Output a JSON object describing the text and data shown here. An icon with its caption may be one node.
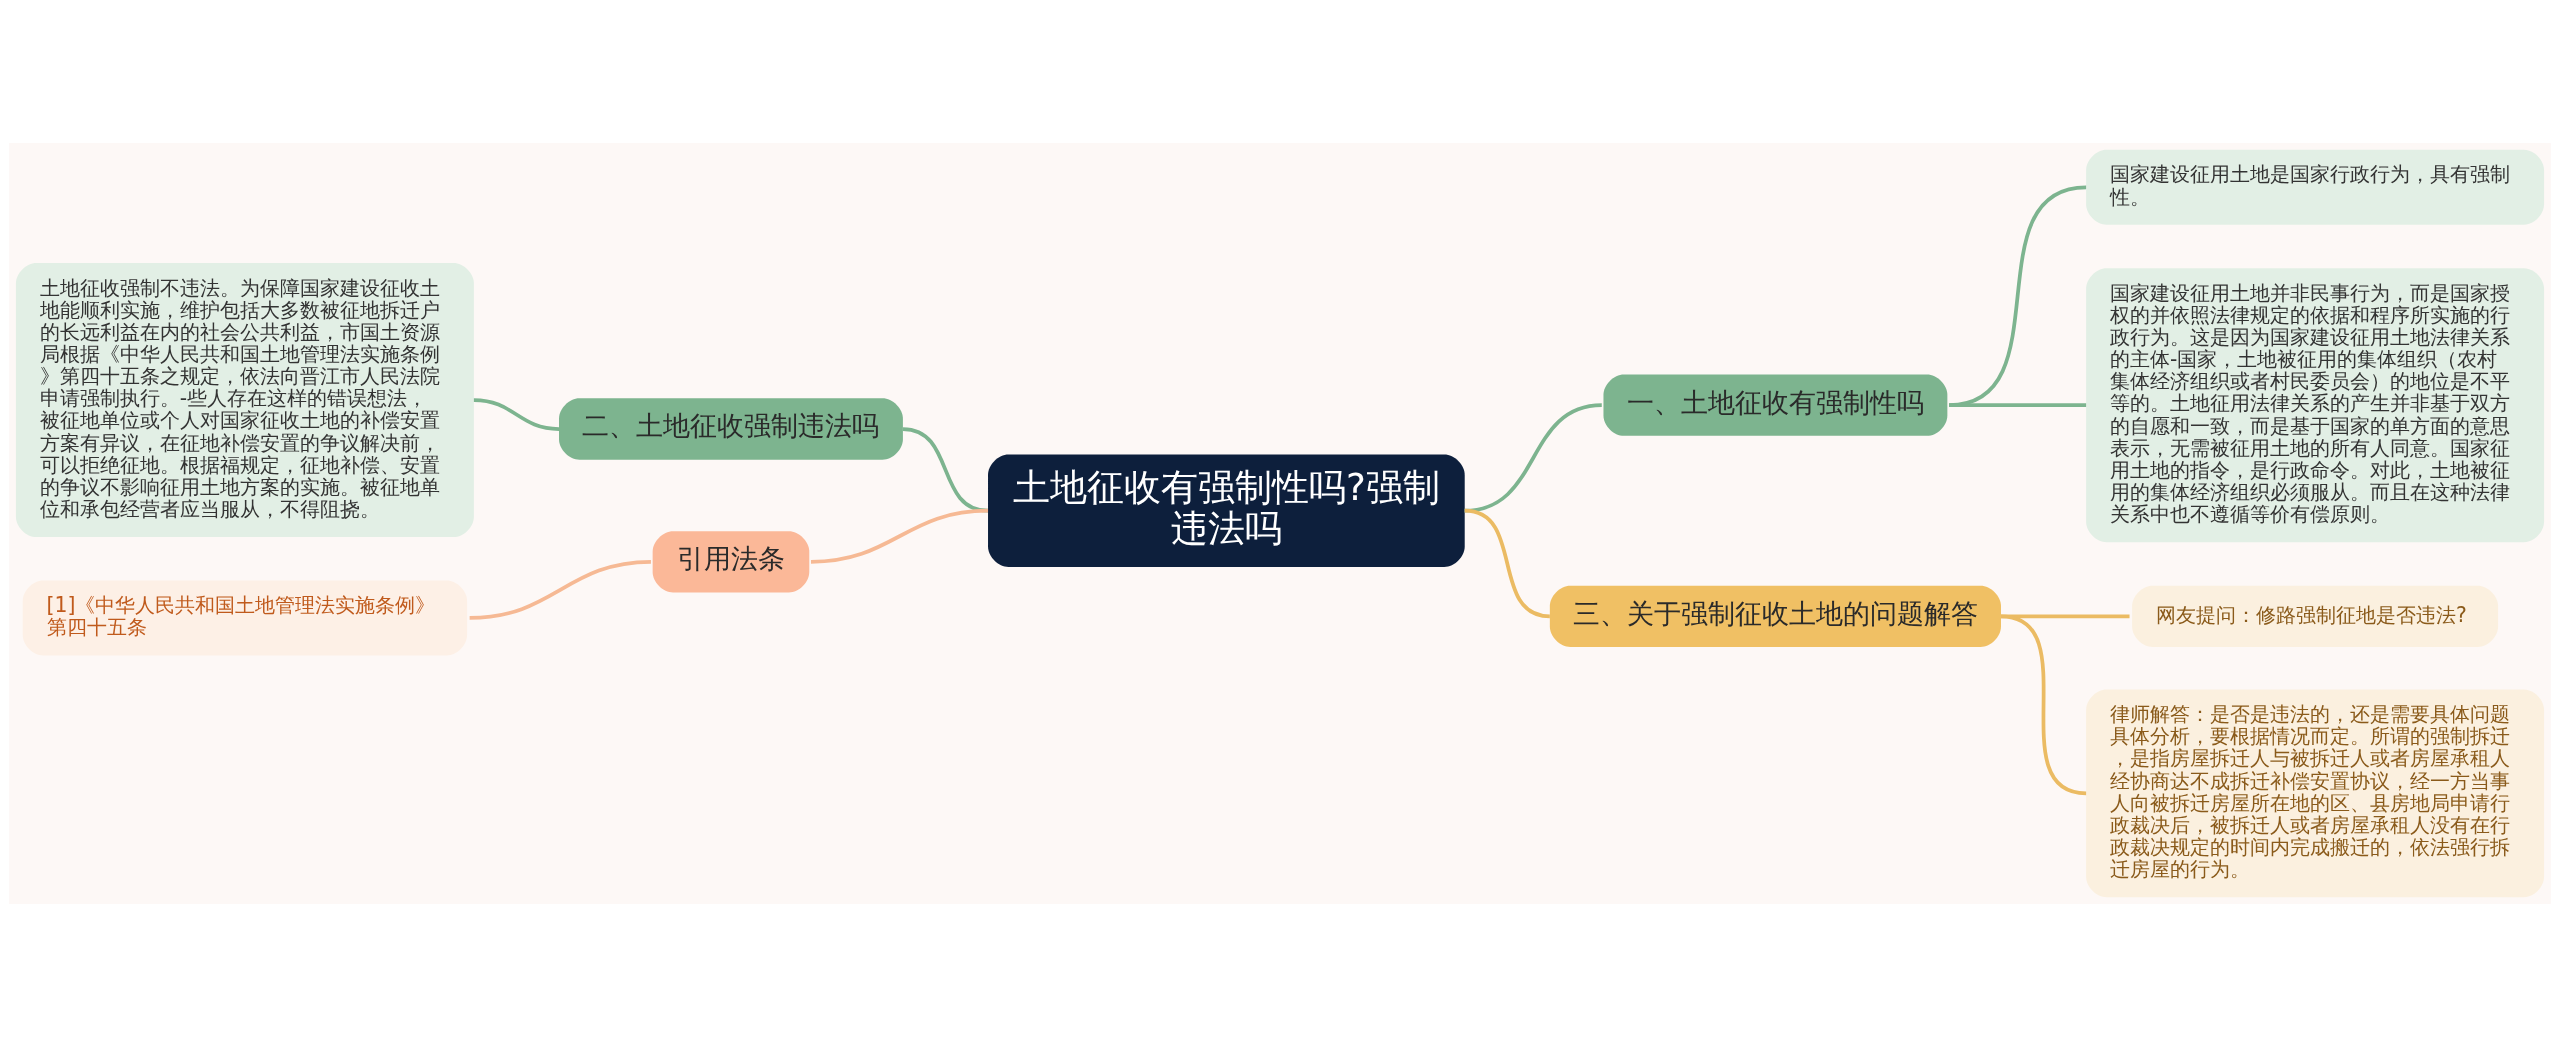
{
  "diagram": {
    "nodes": [
      {
        "text": [
          "土地征收有强制性吗?强制违法吗"
        ]
      },
      {
        "text": [
          "一、土地征收有强制性吗"
        ]
      },
      {
        "text": [
          "国家建设征用土地是国家行政行为，具有强制性。"
        ]
      },
      {
        "text": [
          "国家建设征用土地并非民事行为，而是国家授权的并依照法律规定的依据和程序所实施的行政行为。这是因为国家建设征用土地法律关系的主体-国家，土地被征用的集体组织（农村集体经济组织或者村民委员会）的地位是不平等的。土地征用法律关系的产生并非基于双方的自愿和一致，而是基于国家的单方面的意思表示，无需被征用土地的所有人同意。国家征用土地的指令，是行政命令。对此，土地被征用的集体经济组织必须服从。而且在这种法律关系中也不遵循等价有偿原则。"
        ]
      },
      {
        "text": [
          "三、关于强制征收土地的问题解答"
        ]
      },
      {
        "text": [
          "网友提问：修路强制征地是否违法?"
        ]
      },
      {
        "text": [
          "律师解答：是否是违法的，还是需要具体问题具体分析，要根据情况而定。所谓的强制拆迁，是指房屋拆迁人与被拆迁人或者房屋承租人经协商达不成拆迁补偿安置协议，经一方当事人向被拆迁房屋所在地的区、县房地局申请行政裁决后，被拆迁人或者房屋承租人没有在行政裁决规定的时间内完成搬迁的，依法强行拆迁房屋的行为。"
        ]
      },
      {
        "text": [
          "二、土地征收强制违法吗"
        ]
      },
      {
        "text": [
          "土地征收强制不违法。为保障国家建设征收土地能顺利实施，维护包括大多数被征地拆迁户的长远利益在内的社会公共利益，市国土资源局根据《中华人民共和国土地管理法实施条例》第四十五条之规定，依法向晋江市人民法院申请强制执行。-些人存在这样的错误想法，被征地单位或个人对国家征收土地的补偿安置方案有异议，在征地补偿安置的争议解决前，可以拒绝征地。根据福规定，征地补偿、安置的争议不影响征用土地方案的实施。被征地单位和承包经营者应当服从，不得阻挠。"
        ]
      },
      {
        "text": [
          "引用法条"
        ]
      },
      {
        "text": [
          "[1]《中华人民共和国土地管理法实施条例》第四十五条"
        ]
      }
    ],
    "edges": [
      {
        "from": 0,
        "to": 1,
        "arrow": "none"
      },
      {
        "from": 1,
        "to": 2,
        "arrow": "none"
      },
      {
        "from": 1,
        "to": 3,
        "arrow": "none"
      },
      {
        "from": 0,
        "to": 4,
        "arrow": "none",
        "color": "#ebbb63"
      },
      {
        "from": 4,
        "to": 5,
        "arrow": "none",
        "color": "#ebbb63"
      },
      {
        "from": 4,
        "to": 6,
        "arrow": "none",
        "color": "#ebbb63"
      },
      {
        "from": 0,
        "to": 7,
        "arrow": "none"
      },
      {
        "from": 7,
        "to": 8,
        "arrow": "none"
      },
      {
        "from": 0,
        "to": 9,
        "arrow": "none",
        "color": "#f6b994"
      },
      {
        "from": 9,
        "to": 10,
        "arrow": "none",
        "color": "#f6b994"
      }
    ]
  }
}
